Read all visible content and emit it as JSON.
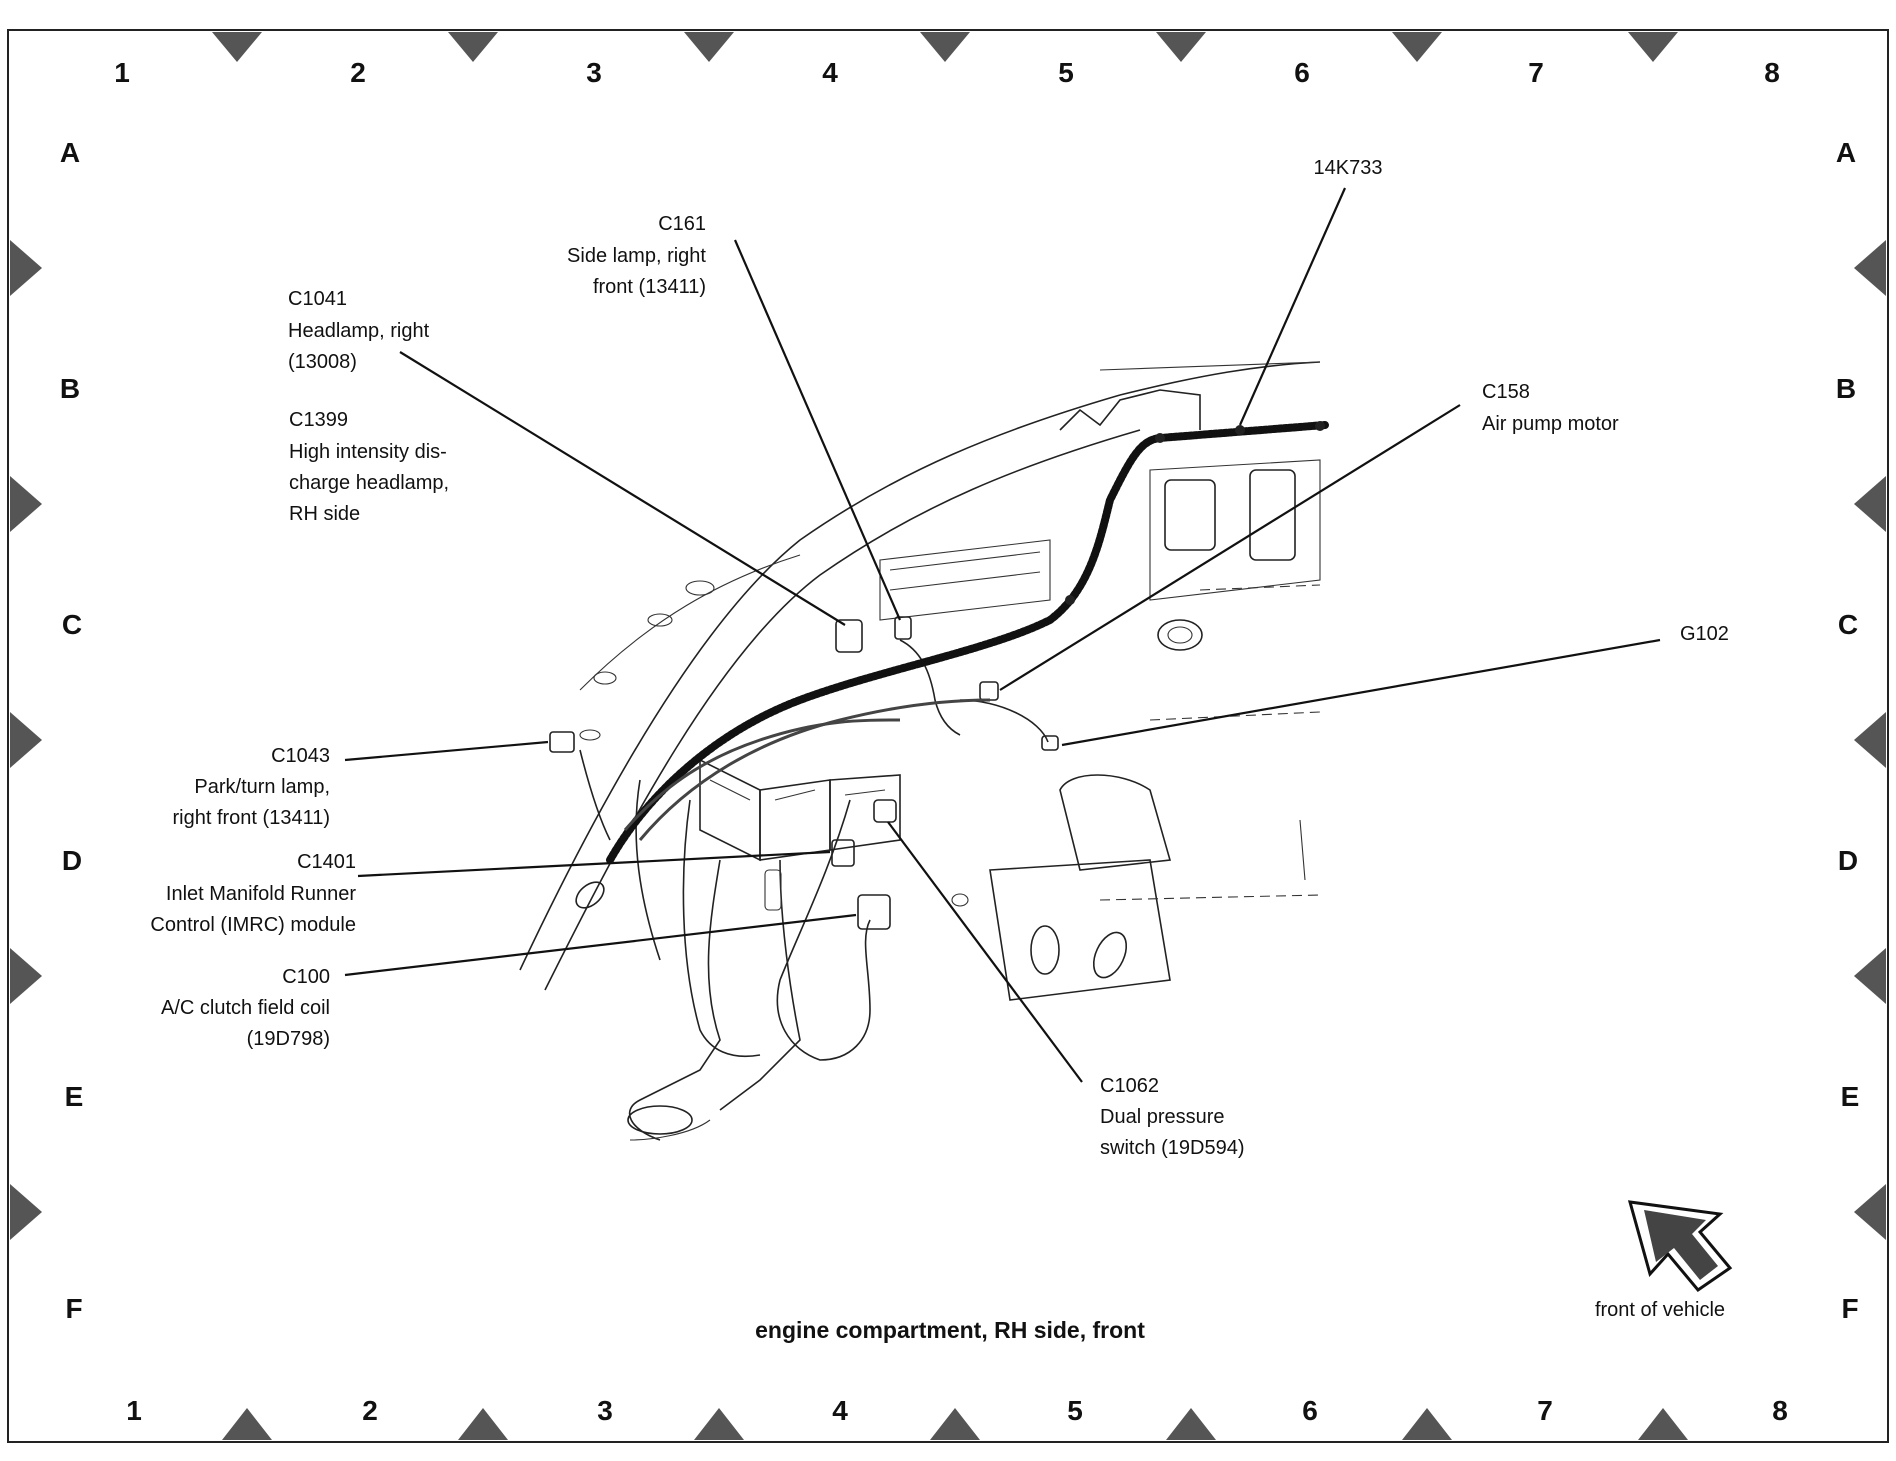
{
  "grid": {
    "columns": [
      "1",
      "2",
      "3",
      "4",
      "5",
      "6",
      "7",
      "8"
    ],
    "rows": [
      "A",
      "B",
      "C",
      "D",
      "E",
      "F"
    ]
  },
  "caption": "engine compartment, RH side, front",
  "orientation": {
    "label": "front of vehicle",
    "icon": "front-arrow-icon"
  },
  "callouts": {
    "c161": {
      "lines": [
        "C161",
        "Side lamp, right",
        "front (13411)"
      ]
    },
    "c1041": {
      "lines": [
        "C1041",
        "Headlamp, right",
        "(13008)"
      ]
    },
    "c1399": {
      "lines": [
        "C1399",
        "High intensity dis-",
        "charge headlamp,",
        "RH side"
      ]
    },
    "k14733": {
      "lines": [
        "14K733"
      ]
    },
    "c158": {
      "lines": [
        "C158",
        "Air pump motor"
      ]
    },
    "g102": {
      "lines": [
        "G102"
      ]
    },
    "c1043": {
      "lines": [
        "C1043",
        "Park/turn lamp,",
        "right front (13411)"
      ]
    },
    "c1401": {
      "lines": [
        "C1401",
        "Inlet Manifold Runner",
        "Control (IMRC) module"
      ]
    },
    "c100": {
      "lines": [
        "C100",
        "A/C clutch field coil",
        "(19D798)"
      ]
    },
    "c1062": {
      "lines": [
        "C1062",
        "Dual pressure",
        "switch (19D594)"
      ]
    }
  },
  "colors": {
    "ink": "#111111",
    "marker": "#555555",
    "background": "#ffffff"
  }
}
